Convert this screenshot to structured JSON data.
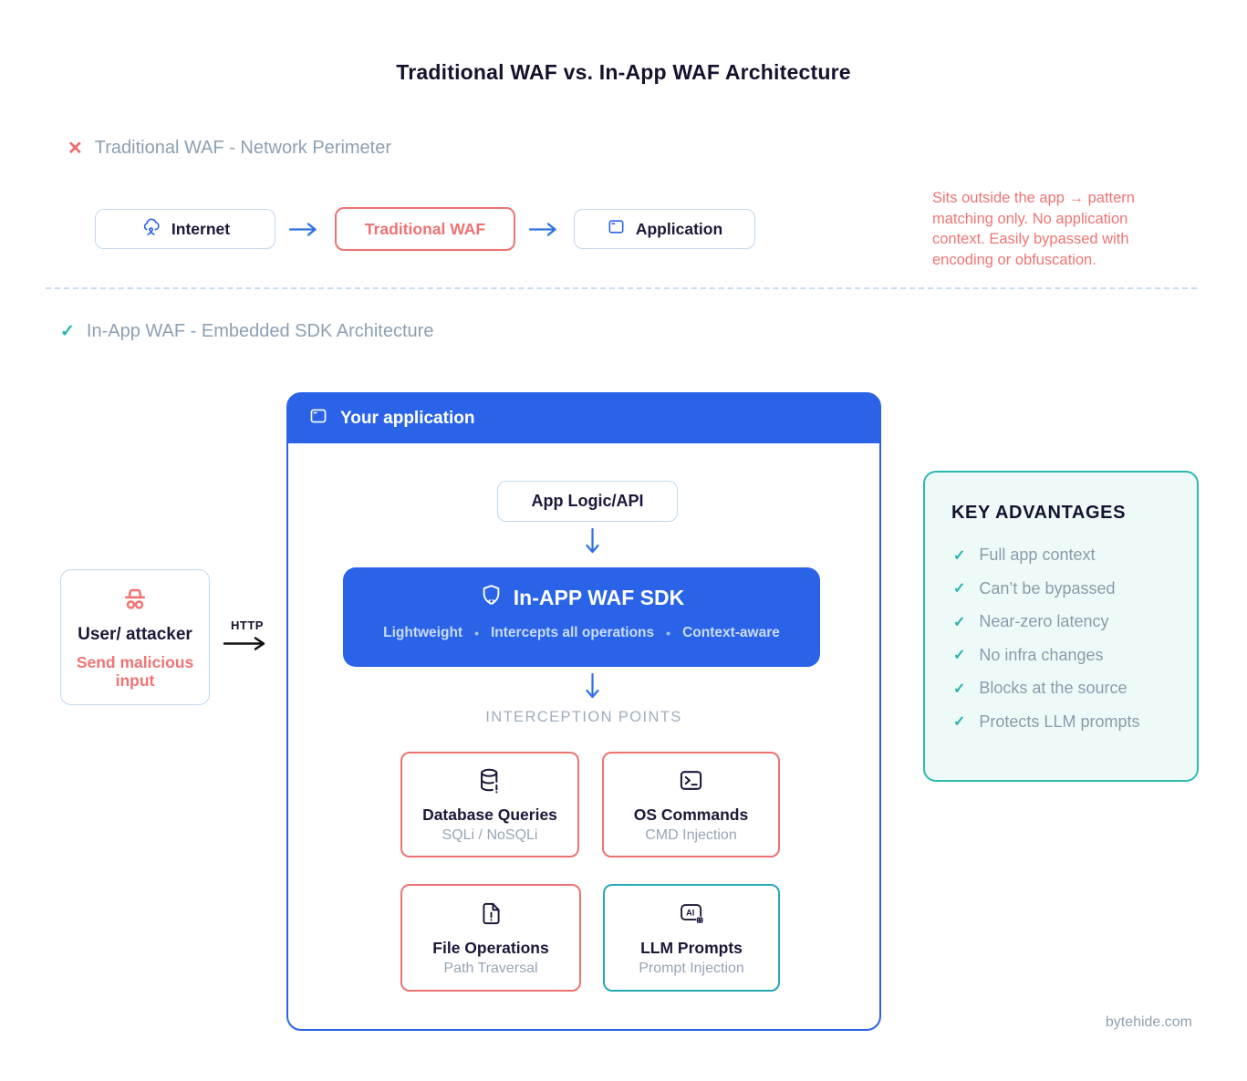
{
  "page": {
    "title": "Traditional WAF vs. In-App WAF Architecture",
    "footer": "bytehide.com"
  },
  "glyphs": {
    "x": "✕",
    "check": "✓",
    "bullet": "•"
  },
  "colors": {
    "blue": "#2a63e8",
    "salmon": "#ee7272",
    "teal": "#2bb3ad",
    "teal_border": "#28a9b4",
    "navy": "#1b1839",
    "gray_subtitle": "#97a5b6",
    "gray_heading": "#8ca0b3"
  },
  "traditional": {
    "heading": "Traditional WAF - Network Perimeter",
    "nodes": [
      {
        "label": "Internet",
        "icon": "cloud-network-icon"
      },
      {
        "label": "Traditional WAF",
        "icon": "none"
      },
      {
        "label": "Application",
        "icon": "app-window-icon"
      }
    ],
    "annotation": "Sits outside the app → pattern matching only. No application context. Easily bypassed with encoding or obfuscation."
  },
  "inapp": {
    "heading": "In-App WAF - Embedded SDK Architecture",
    "attacker": {
      "title": "User/ attacker",
      "subtitle": "Send malicious input",
      "arrow_label": "HTTP",
      "icon": "spy-icon"
    },
    "application": {
      "header": "Your application",
      "header_icon": "app-window-icon",
      "app_logic_label": "App Logic/API",
      "sdk": {
        "title": "In-APP WAF SDK",
        "icon": "shield-code-icon",
        "features": [
          "Lightweight",
          "Intercepts all operations",
          "Context-aware"
        ]
      },
      "interception_title": "INTERCEPTION POINTS",
      "points": [
        {
          "title": "Database Queries",
          "subtitle": "SQLi / NoSQLi",
          "icon": "database-alert-icon",
          "accent": "red"
        },
        {
          "title": "OS Commands",
          "subtitle": "CMD Injection",
          "icon": "terminal-icon",
          "accent": "red"
        },
        {
          "title": "File Operations",
          "subtitle": "Path Traversal",
          "icon": "file-alert-icon",
          "accent": "red"
        },
        {
          "title": "LLM Prompts",
          "subtitle": "Prompt Injection",
          "icon": "ai-badge-icon",
          "accent": "teal"
        }
      ]
    },
    "advantages": {
      "title": "KEY ADVANTAGES",
      "items": [
        "Full app context",
        "Can’t be bypassed",
        "Near-zero latency",
        "No infra changes",
        "Blocks at the source",
        "Protects LLM prompts"
      ]
    }
  }
}
